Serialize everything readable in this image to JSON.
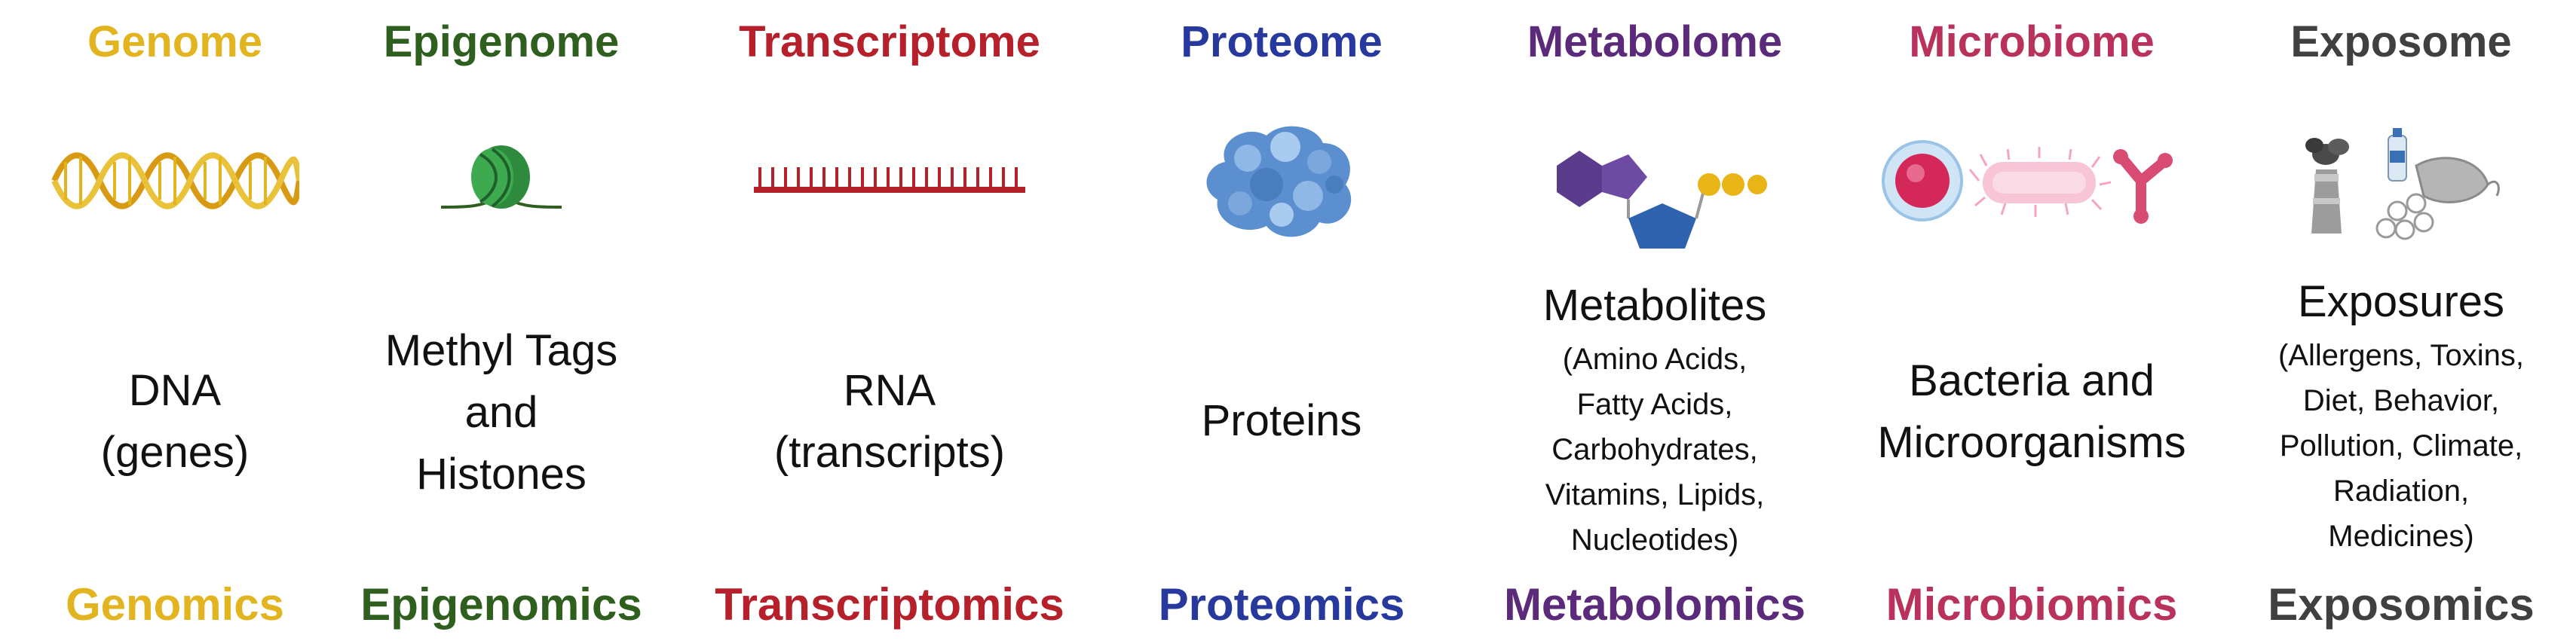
{
  "colors": {
    "genome": "#E2B41F",
    "epigenome": "#2F5F1F",
    "transcriptome": "#B5202B",
    "proteome": "#27399C",
    "metabolome": "#5B2A7A",
    "microbiome": "#B8325C",
    "exposome": "#404040"
  },
  "columns": [
    {
      "title": "Genome",
      "icon": "dna-double-helix-icon",
      "desc_lines": [
        "DNA",
        "(genes)"
      ],
      "footer": "Genomics"
    },
    {
      "title": "Epigenome",
      "icon": "nucleosome-icon",
      "desc_lines": [
        "Methyl Tags",
        "and",
        "Histones"
      ],
      "footer": "Epigenomics"
    },
    {
      "title": "Transcriptome",
      "icon": "rna-strand-icon",
      "desc_lines": [
        "RNA",
        "(transcripts)"
      ],
      "footer": "Transcriptomics"
    },
    {
      "title": "Proteome",
      "icon": "protein-structure-icon",
      "desc_lines": [
        "Proteins"
      ],
      "footer": "Proteomics"
    },
    {
      "title": "Metabolome",
      "icon": "metabolite-molecule-icon",
      "desc_main": "Metabolites",
      "desc_small": [
        "(Amino Acids,",
        "Fatty Acids,",
        "Carbohydrates,",
        "Vitamins, Lipids,",
        "Nucleotides)"
      ],
      "footer": "Metabolomics"
    },
    {
      "title": "Microbiome",
      "icon": "microorganisms-icon",
      "desc_lines": [
        "Bacteria and",
        "Microorganisms"
      ],
      "footer": "Microbiomics"
    },
    {
      "title": "Exposome",
      "icon": "environmental-exposures-icon",
      "desc_main": "Exposures",
      "desc_small": [
        "(Allergens, Toxins,",
        "Diet, Behavior,",
        "Pollution, Climate,",
        "Radiation,",
        "Medicines)"
      ],
      "footer": "Exposomics"
    }
  ]
}
